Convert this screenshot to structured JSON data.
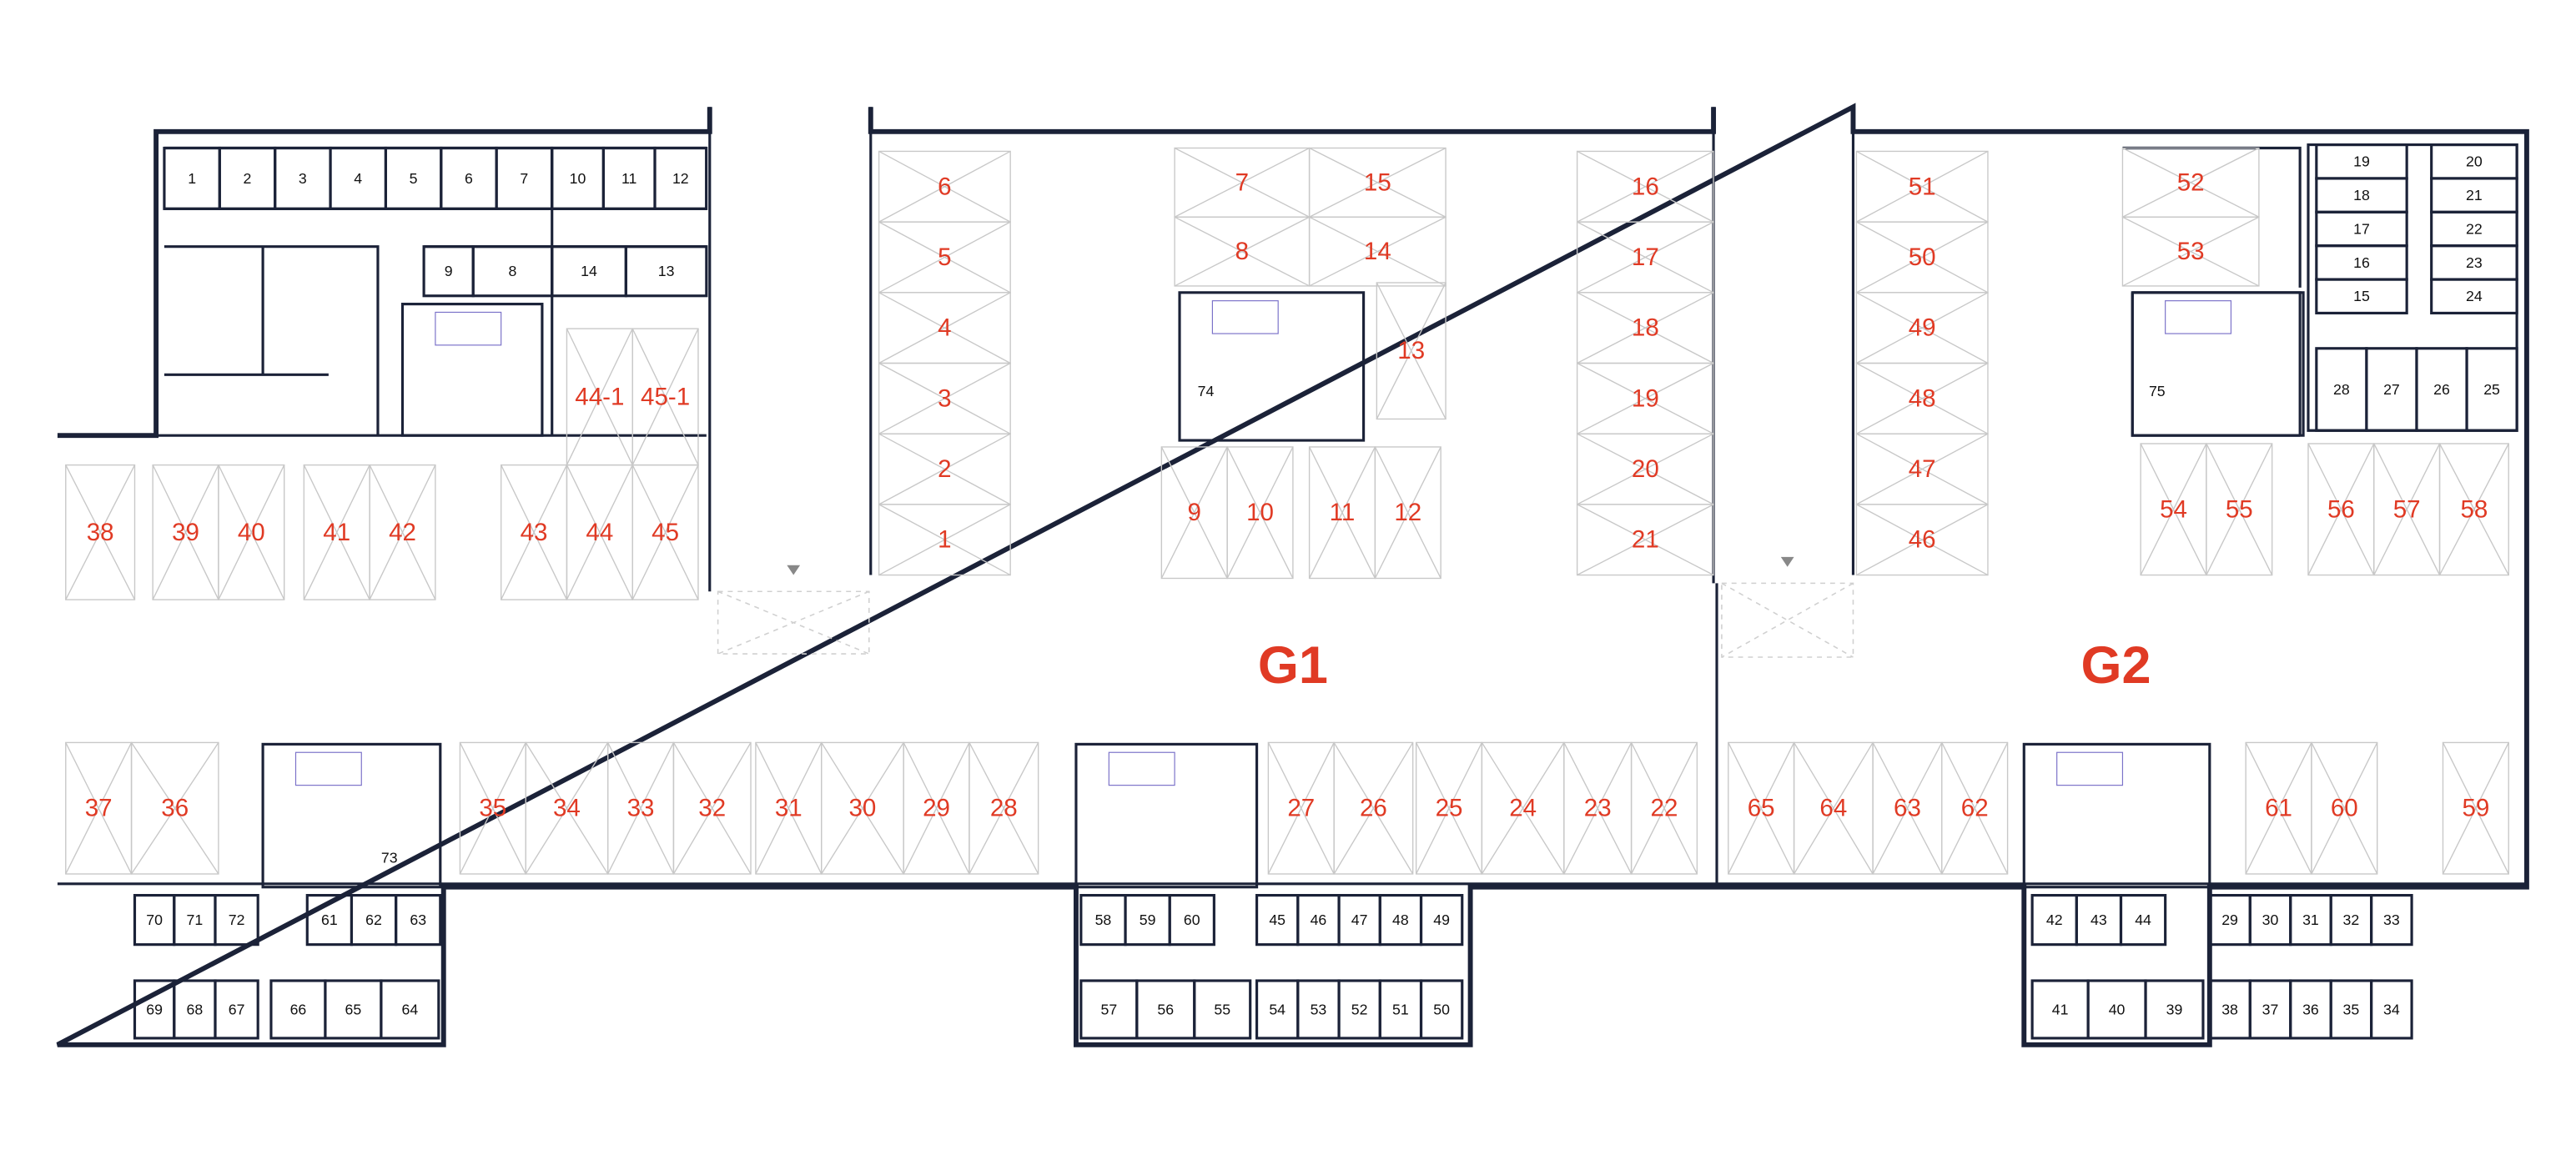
{
  "zones": [
    "G1",
    "G2"
  ],
  "parking_spaces": [
    "38",
    "39",
    "40",
    "41",
    "42",
    "43",
    "44",
    "45",
    "44-1",
    "45-1",
    "6",
    "5",
    "4",
    "3",
    "2",
    "1",
    "7",
    "15",
    "8",
    "14",
    "13",
    "9",
    "10",
    "11",
    "12",
    "16",
    "17",
    "18",
    "19",
    "20",
    "21",
    "51",
    "50",
    "49",
    "48",
    "47",
    "46",
    "52",
    "53",
    "54",
    "55",
    "56",
    "57",
    "58",
    "37",
    "36",
    "35",
    "34",
    "33",
    "32",
    "31",
    "30",
    "29",
    "28",
    "27",
    "26",
    "25",
    "24",
    "23",
    "22",
    "65",
    "64",
    "63",
    "62",
    "61",
    "60",
    "59"
  ],
  "storage_units": [
    "1",
    "2",
    "3",
    "4",
    "5",
    "6",
    "7",
    "10",
    "11",
    "12",
    "9",
    "8",
    "14",
    "13",
    "19",
    "18",
    "17",
    "16",
    "15",
    "20",
    "21",
    "22",
    "23",
    "24",
    "28",
    "27",
    "26",
    "25",
    "74",
    "75",
    "73",
    "70",
    "71",
    "72",
    "69",
    "68",
    "67",
    "61",
    "62",
    "63",
    "66",
    "65",
    "64",
    "58",
    "59",
    "60",
    "57",
    "56",
    "55",
    "45",
    "46",
    "47",
    "48",
    "49",
    "54",
    "53",
    "52",
    "51",
    "50",
    "42",
    "43",
    "44",
    "41",
    "40",
    "39",
    "29",
    "30",
    "31",
    "32",
    "33",
    "38",
    "37",
    "36",
    "35",
    "34"
  ],
  "colors": {
    "parking_label": "#e03a24",
    "walls": "#1b2238"
  }
}
